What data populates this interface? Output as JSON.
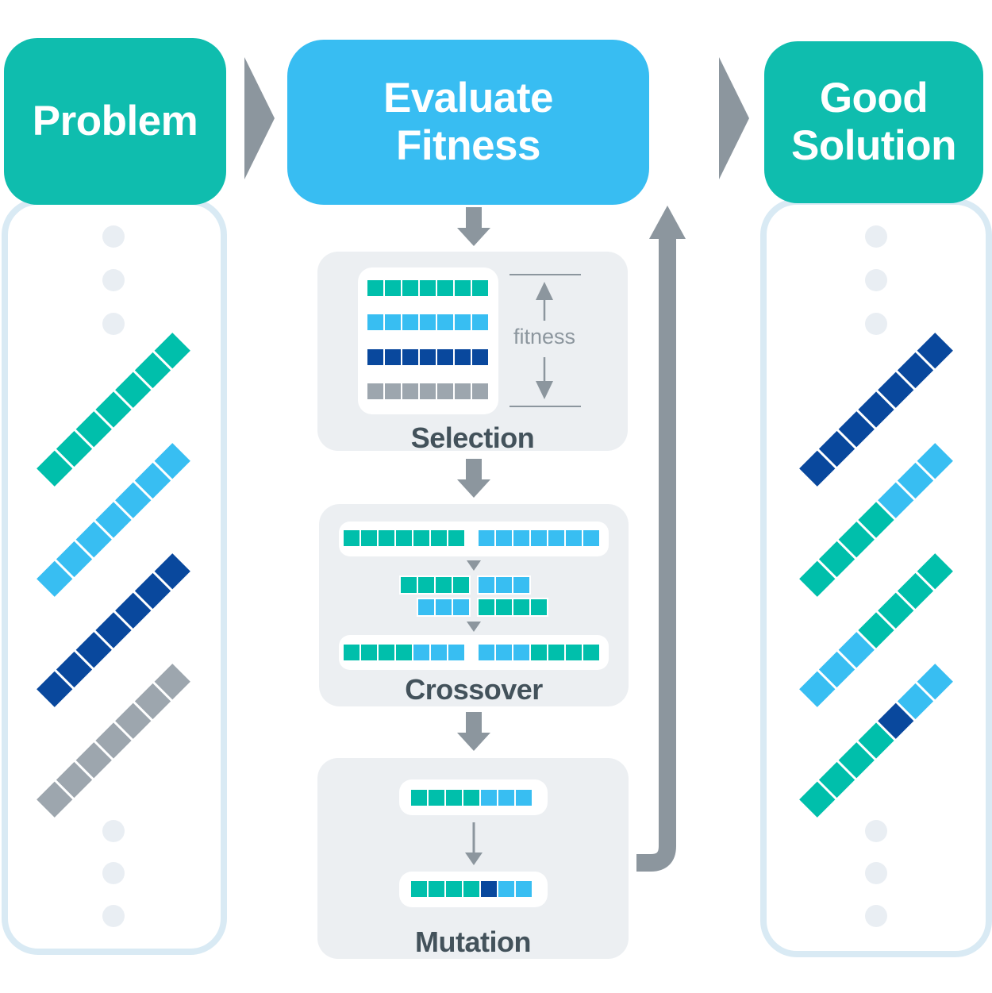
{
  "palette": {
    "header-teal": "#0FBDAE",
    "flow-blue": "#38BDF2",
    "arrow-gray": "#8C969E",
    "box-bg": "#ECEFF2",
    "panel-border": "#D9EAF4",
    "dot-gray": "#E9EEF3",
    "label-dark": "#43525B"
  },
  "gene_colors": {
    "t": "#00BFAB",
    "b": "#38BEF2",
    "d": "#09489D",
    "g": "#9DA6AE"
  },
  "left_panel": {
    "title": "Problem",
    "chains": [
      [
        "t",
        "t",
        "t",
        "t",
        "t",
        "t",
        "t"
      ],
      [
        "b",
        "b",
        "b",
        "b",
        "b",
        "b",
        "b"
      ],
      [
        "d",
        "d",
        "d",
        "d",
        "d",
        "d",
        "d"
      ],
      [
        "g",
        "g",
        "g",
        "g",
        "g",
        "g",
        "g"
      ]
    ]
  },
  "center": {
    "evaluate_title": "Evaluate\nFitness",
    "selection": {
      "label": "Selection",
      "fitness_label": "fitness",
      "rows": [
        [
          "t",
          "t",
          "t",
          "t",
          "t",
          "t",
          "t"
        ],
        [
          "b",
          "b",
          "b",
          "b",
          "b",
          "b",
          "b"
        ],
        [
          "d",
          "d",
          "d",
          "d",
          "d",
          "d",
          "d"
        ],
        [
          "g",
          "g",
          "g",
          "g",
          "g",
          "g",
          "g"
        ]
      ]
    },
    "crossover": {
      "label": "Crossover",
      "parents": [
        [
          "t",
          "t",
          "t",
          "t",
          "t",
          "t",
          "t"
        ],
        [
          "b",
          "b",
          "b",
          "b",
          "b",
          "b",
          "b"
        ]
      ],
      "fragments": {
        "a_left": [
          "t",
          "t",
          "t",
          "t"
        ],
        "a_right": [
          "b",
          "b",
          "b"
        ],
        "b_left": [
          "b",
          "b",
          "b"
        ],
        "b_right": [
          "t",
          "t",
          "t",
          "t"
        ]
      },
      "children": [
        [
          "t",
          "t",
          "t",
          "t",
          "b",
          "b",
          "b"
        ],
        [
          "b",
          "b",
          "b",
          "t",
          "t",
          "t",
          "t"
        ]
      ]
    },
    "mutation": {
      "label": "Mutation",
      "before": [
        "t",
        "t",
        "t",
        "t",
        "b",
        "b",
        "b"
      ],
      "after": [
        "t",
        "t",
        "t",
        "t",
        "d",
        "b",
        "b"
      ]
    }
  },
  "right_panel": {
    "title": "Good\nSolution",
    "chains": [
      [
        "d",
        "d",
        "d",
        "d",
        "d",
        "d",
        "d"
      ],
      [
        "t",
        "t",
        "t",
        "t",
        "b",
        "b",
        "b"
      ],
      [
        "b",
        "b",
        "b",
        "t",
        "t",
        "t",
        "t"
      ],
      [
        "t",
        "t",
        "t",
        "t",
        "d",
        "b",
        "b"
      ]
    ]
  }
}
